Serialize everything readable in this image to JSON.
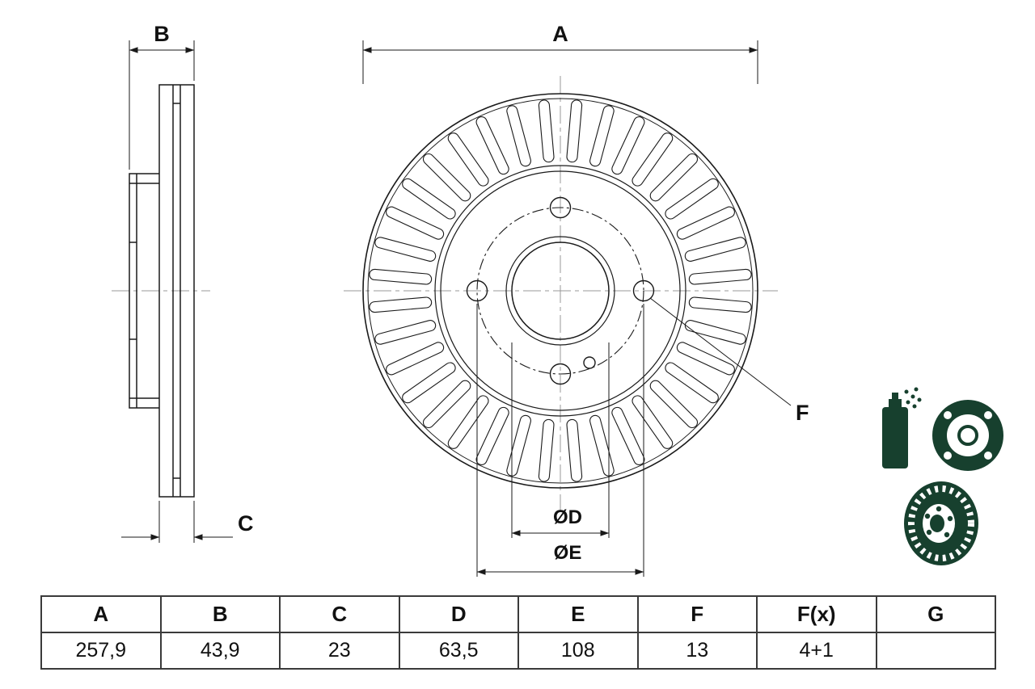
{
  "drawing": {
    "labels": {
      "a": "A",
      "b": "B",
      "c": "C",
      "d": "ØD",
      "e": "ØE",
      "f": "F"
    }
  },
  "colors": {
    "line": "#1a1a1a",
    "centerline": "#999999",
    "icon_green": "#17402e"
  },
  "table": {
    "headers": [
      "A",
      "B",
      "C",
      "D",
      "E",
      "F",
      "F(x)",
      "G"
    ],
    "values": [
      "257,9",
      "43,9",
      "23",
      "63,5",
      "108",
      "13",
      "4+1",
      ""
    ]
  }
}
